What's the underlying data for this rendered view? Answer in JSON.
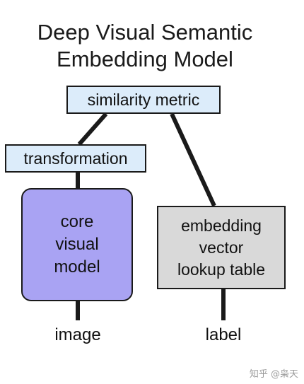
{
  "title": {
    "line1": "Deep Visual Semantic",
    "line2": "Embedding Model"
  },
  "nodes": {
    "similarity_metric": "similarity metric",
    "transformation": "transformation",
    "core_visual_model": [
      "core",
      "visual",
      "model"
    ],
    "embedding_lookup": [
      "embedding",
      "vector",
      "lookup table"
    ]
  },
  "inputs": {
    "image": "image",
    "label": "label"
  },
  "watermark": "知乎 @枭天",
  "colors": {
    "label_box_fill": "#dcecfa",
    "core_box_fill": "#a9a3f3",
    "embedding_box_fill": "#d9d9d9",
    "stroke": "#1a1a1a"
  }
}
